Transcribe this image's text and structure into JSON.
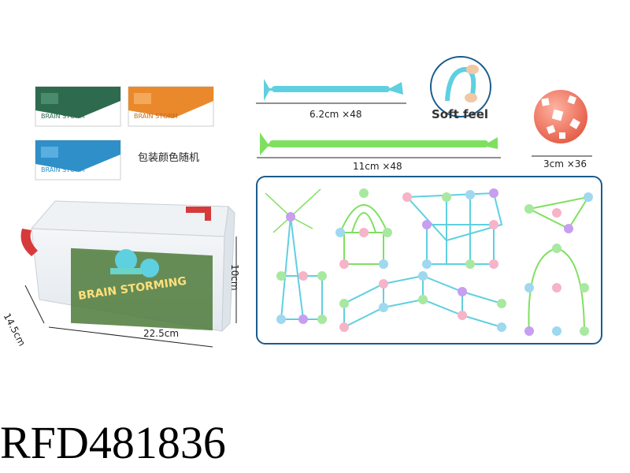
{
  "product_code": "RFD481836",
  "package_note": "包装颜色随机",
  "soft_feel": "Soft feel",
  "parts": {
    "short_stick": "6.2cm  ×48",
    "long_stick": "11cm  ×48",
    "ball": "3cm  ×36"
  },
  "box_dimensions": {
    "width": "22.5cm",
    "depth": "14.5cm",
    "height": "10cm"
  },
  "package_variants": [
    {
      "name": "green-package",
      "color": "#2e6b4e"
    },
    {
      "name": "orange-package",
      "color": "#e9892b"
    },
    {
      "name": "blue-package",
      "color": "#2f8fc9"
    }
  ],
  "colors": {
    "panel_border": "#1a5c8c",
    "short_stick": "#5fd0e0",
    "long_stick": "#7fe060",
    "ball": "#f0806a",
    "box_handle": "#d63a3a"
  }
}
